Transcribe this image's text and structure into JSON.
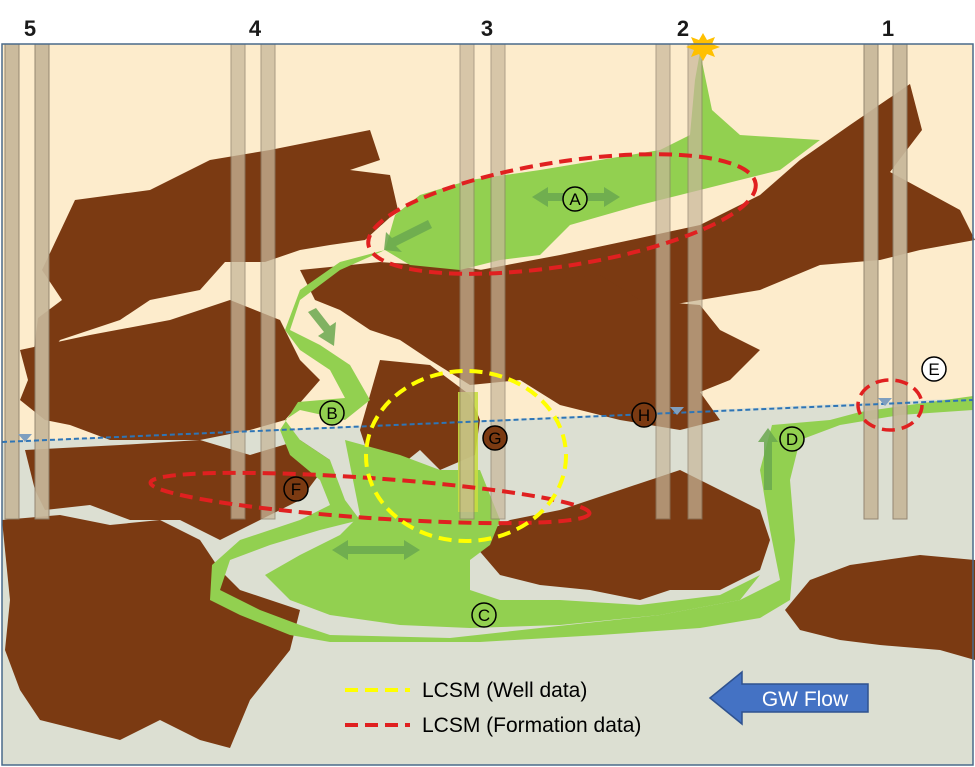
{
  "wells": [
    {
      "number": "5"
    },
    {
      "number": "4"
    },
    {
      "number": "3"
    },
    {
      "number": "2"
    },
    {
      "number": "1"
    }
  ],
  "markers": [
    {
      "letter": "A"
    },
    {
      "letter": "B"
    },
    {
      "letter": "C"
    },
    {
      "letter": "D"
    },
    {
      "letter": "E"
    },
    {
      "letter": "F"
    },
    {
      "letter": "G"
    },
    {
      "letter": "H"
    }
  ],
  "legend": [
    {
      "label": "LCSM (Well data)",
      "color": "#ffff00"
    },
    {
      "label": "LCSM (Formation data)",
      "color": "#e02020"
    }
  ],
  "flow_arrow": {
    "label": "GW Flow",
    "direction": "left",
    "color": "#4472c4"
  },
  "colors": {
    "unsaturated_zone": "#fdeccc",
    "saturated_zone": "#dcdfd2",
    "low_permeability_layer": "#7b3a12",
    "contaminant_plume": "#92d050",
    "water_table": "#2e75b6",
    "source": "#ffc000"
  }
}
